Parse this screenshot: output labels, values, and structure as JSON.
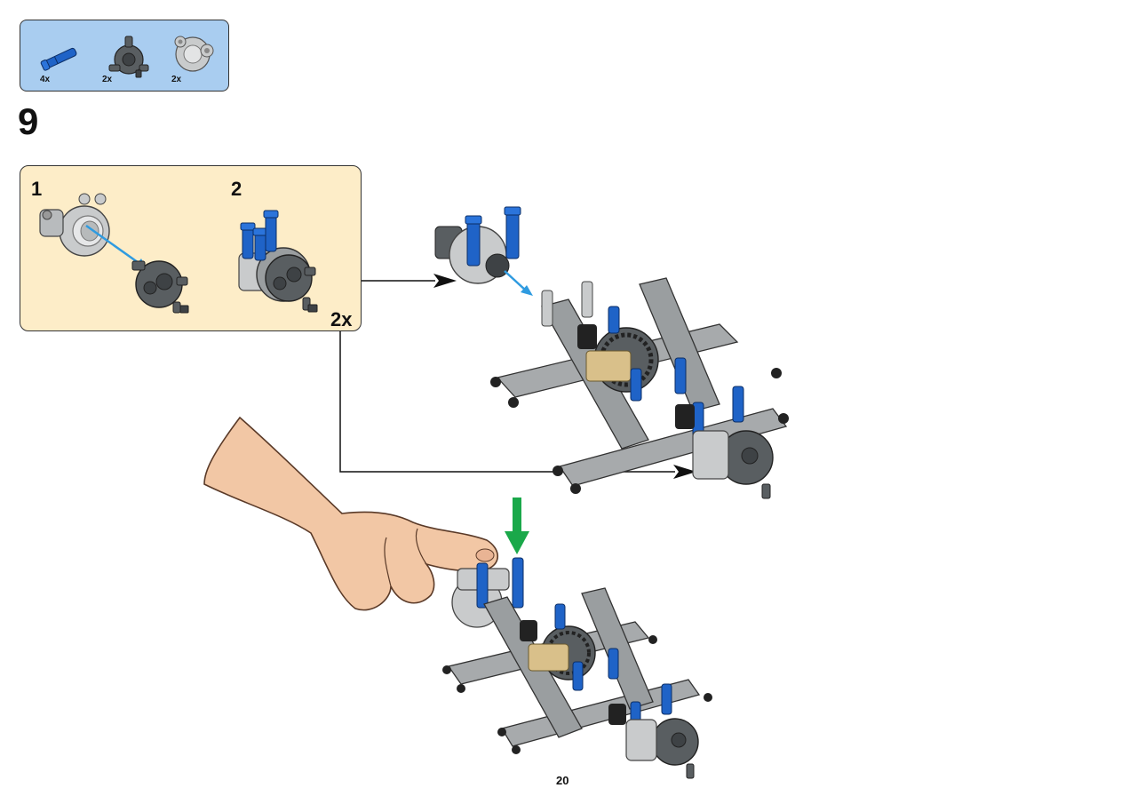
{
  "parts": [
    {
      "name": "blue-pin",
      "qty": "4x",
      "color": "#1f63c7"
    },
    {
      "name": "dark-gray-hub",
      "qty": "2x",
      "color": "#595e61"
    },
    {
      "name": "light-gray-hub-housing",
      "qty": "2x",
      "color": "#c9cbcc"
    }
  ],
  "step": {
    "number": "9"
  },
  "subassembly": {
    "substeps": [
      "1",
      "2"
    ],
    "multiplier": "2x"
  },
  "page": {
    "number": "20"
  },
  "colors": {
    "parts_box_bg": "#a9cdf0",
    "subassembly_bg": "#fdedc8",
    "technic_blue": "#1f63c7",
    "light_gray": "#a7aaac",
    "dark_gray": "#595e61",
    "tan": "#d9c08a",
    "skin": "#f2c7a5",
    "push_arrow": "#1aa84a",
    "assembly_arrow": "#2f9be0"
  }
}
